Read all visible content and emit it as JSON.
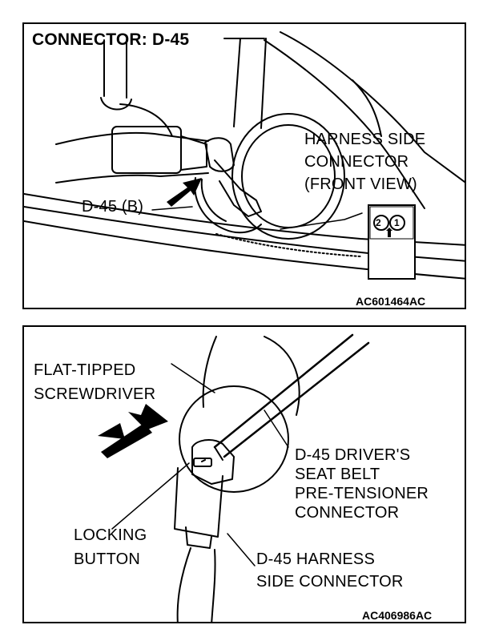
{
  "top_panel": {
    "title": "CONNECTOR: D-45",
    "harness_label": [
      "HARNESS SIDE",
      "CONNECTOR",
      "(FRONT VIEW)"
    ],
    "connector_label": "D-45 (B)",
    "pins": [
      "2",
      "1"
    ],
    "figure_code": "AC601464AC"
  },
  "bottom_panel": {
    "tool_label": [
      "FLAT-TIPPED",
      "SCREWDRIVER"
    ],
    "connector_label": [
      "D-45 DRIVER'S",
      "SEAT BELT",
      "PRE-TENSIONER",
      "CONNECTOR"
    ],
    "button_label": [
      "LOCKING",
      "BUTTON"
    ],
    "harness_label": [
      "D-45 HARNESS",
      "SIDE CONNECTOR"
    ],
    "figure_code": "AC406986AC"
  },
  "colors": {
    "line": "#000000",
    "background": "#ffffff"
  }
}
